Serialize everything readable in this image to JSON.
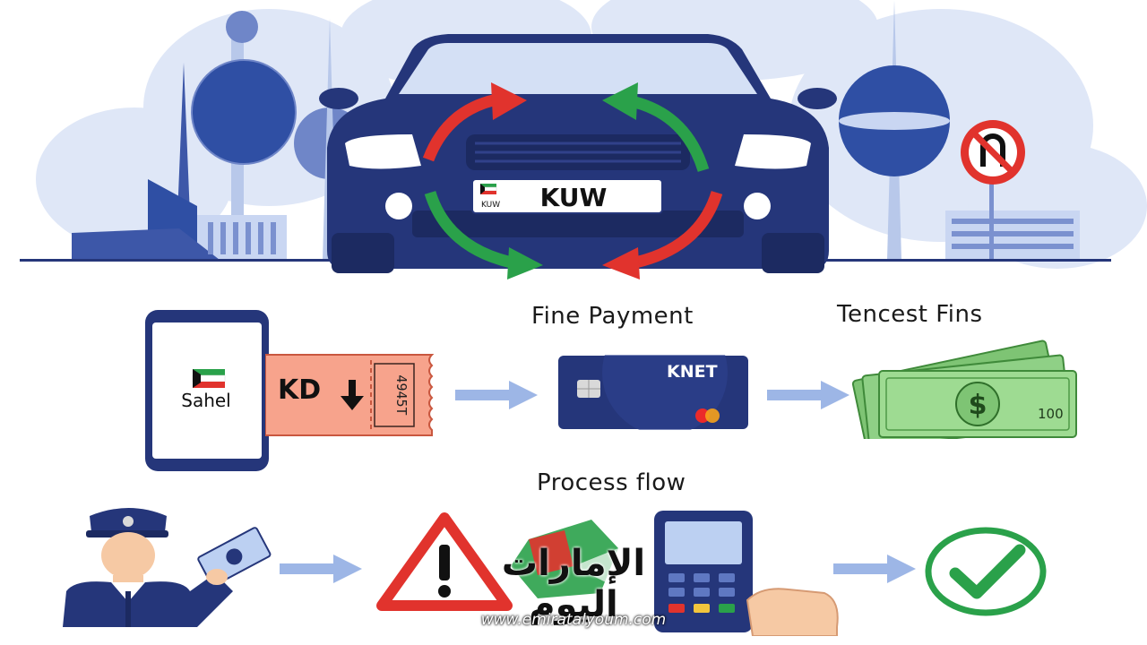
{
  "hero": {
    "plate_text": "KUW",
    "plate_small": "KUW"
  },
  "row1": {
    "phone_app_label": "Sahel",
    "ticket_amount": "KD",
    "ticket_number": "4945T",
    "fine_payment_title": "Fine Payment",
    "card_brand": "KNET",
    "tencest_title": "Tencest Fins",
    "bill_number": "100"
  },
  "row2": {
    "process_title": "Process flow"
  },
  "watermark": {
    "arabic_text": "الإمارات اليوم",
    "url": "www.emiratalyoum.com"
  },
  "colors": {
    "navy": "#25367a",
    "light_blue": "#c9d6f2",
    "arrow_blue": "#9db6e6",
    "red": "#e1332d",
    "green": "#2aa14a",
    "ticket": "#f7a38c"
  }
}
